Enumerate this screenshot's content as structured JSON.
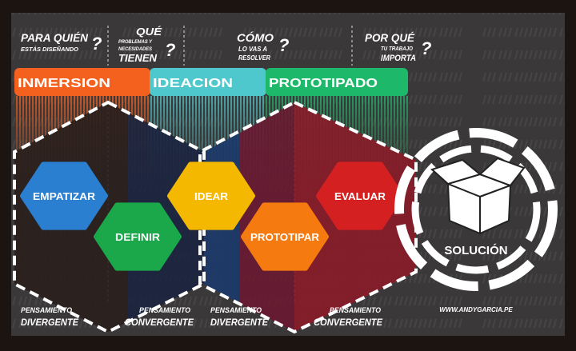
{
  "watermark": "WWW.ANDYGARCIA.PE",
  "questions": [
    {
      "big": "PARA QUIÉN",
      "small": "ESTÁS DISEÑANDO",
      "mark": "?"
    },
    {
      "big": "QUÉ",
      "small1": "PROBLEMAS Y",
      "small2": "NECESIDADES",
      "big2": "TIENEN",
      "mark": "?"
    },
    {
      "big": "CÓMO",
      "small1": "LO VAS A",
      "small2": "RESOLVER",
      "mark": "?"
    },
    {
      "big": "POR QUÉ",
      "small1": "TU TRABAJO",
      "big2": "IMPORTA",
      "mark": "?"
    }
  ],
  "phases": [
    {
      "label": "INMERSION",
      "color": "#f4601e"
    },
    {
      "label": "IDEACION",
      "color": "#4ec8cc"
    },
    {
      "label": "PROTOTIPADO",
      "color": "#1db86a"
    }
  ],
  "steps": [
    {
      "label": "EMPATIZAR",
      "color": "#2a7fd0"
    },
    {
      "label": "DEFINIR",
      "color": "#1aa84a"
    },
    {
      "label": "IDEAR",
      "color": "#f5b800"
    },
    {
      "label": "PROTOTIPAR",
      "color": "#f57a10"
    },
    {
      "label": "EVALUAR",
      "color": "#d42020"
    }
  ],
  "thinking": [
    {
      "line1": "PENSAMIENTO",
      "line2": "DIVERGENTE"
    },
    {
      "line1": "PENSAMIENTO",
      "line2": "CONVERGENTE"
    },
    {
      "line1": "PENSAMIENTO",
      "line2": "DIVERGENTE"
    },
    {
      "line1": "PENSAMIENTO",
      "line2": "CONVERGENTE"
    }
  ],
  "solution": {
    "label": "SOLUCIÓN",
    "icon": "open-box-icon",
    "url": "WWW.ANDYGARCIA.PE"
  }
}
